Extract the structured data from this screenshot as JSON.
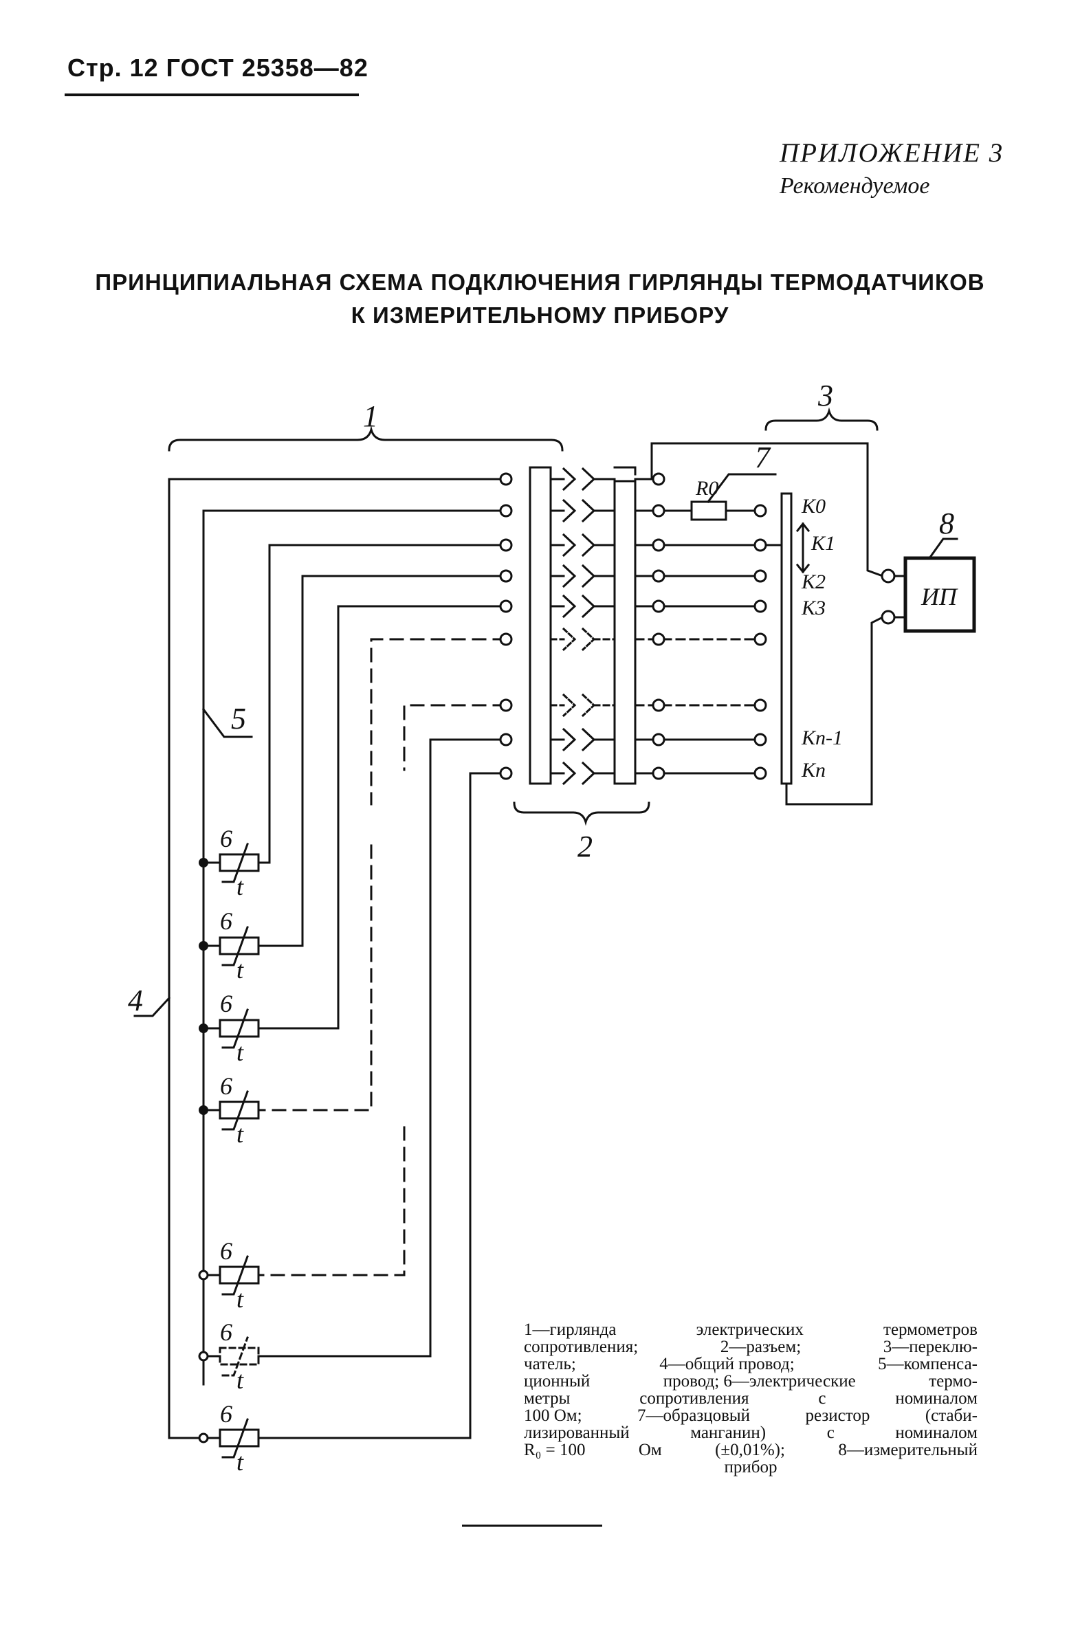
{
  "header": {
    "page_label": "Стр. 12 ГОСТ 25358—82"
  },
  "appendix": {
    "label": "ПРИЛОЖЕНИЕ 3",
    "status": "Рекомендуемое"
  },
  "title": {
    "line1": "ПРИНЦИПИАЛЬНАЯ СХЕМА ПОДКЛЮЧЕНИЯ ГИРЛЯНДЫ ТЕРМОДАТЧИКОВ",
    "line2": "К ИЗМЕРИТЕЛЬНОМУ ПРИБОРУ"
  },
  "diagram": {
    "callouts": {
      "garland": "1",
      "connector": "2",
      "switch": "3",
      "common_wire": "4",
      "compensation_wire": "5",
      "thermometer": "6",
      "resistor": "7",
      "instrument": "8"
    },
    "resistor_label": "R0",
    "instrument_label": "ИП",
    "sensor_temp_label": "t",
    "switch_contacts": [
      "K0",
      "K1",
      "K2",
      "K3",
      "Kn-1",
      "Kn"
    ]
  },
  "legend": {
    "lines": [
      [
        "1—гирлянда",
        "электрических",
        "термометров"
      ],
      [
        "сопротивления;",
        "2—разъем;",
        "3—переклю-"
      ],
      [
        "чатель;",
        "4—общий провод;",
        "5—компенса-"
      ],
      [
        "ционный",
        "провод; 6—электрические",
        "термо-"
      ],
      [
        "метры",
        "сопротивления",
        "с",
        "номиналом"
      ],
      [
        "100 Ом;",
        "7—образцовый",
        "резистор",
        "(стаби-"
      ],
      [
        "лизированный",
        "манганин)",
        "с",
        "номиналом"
      ],
      [
        "R₀ = 100",
        "Ом",
        "(±0,01%);",
        "8—измерительный"
      ],
      [
        "прибор"
      ]
    ]
  }
}
